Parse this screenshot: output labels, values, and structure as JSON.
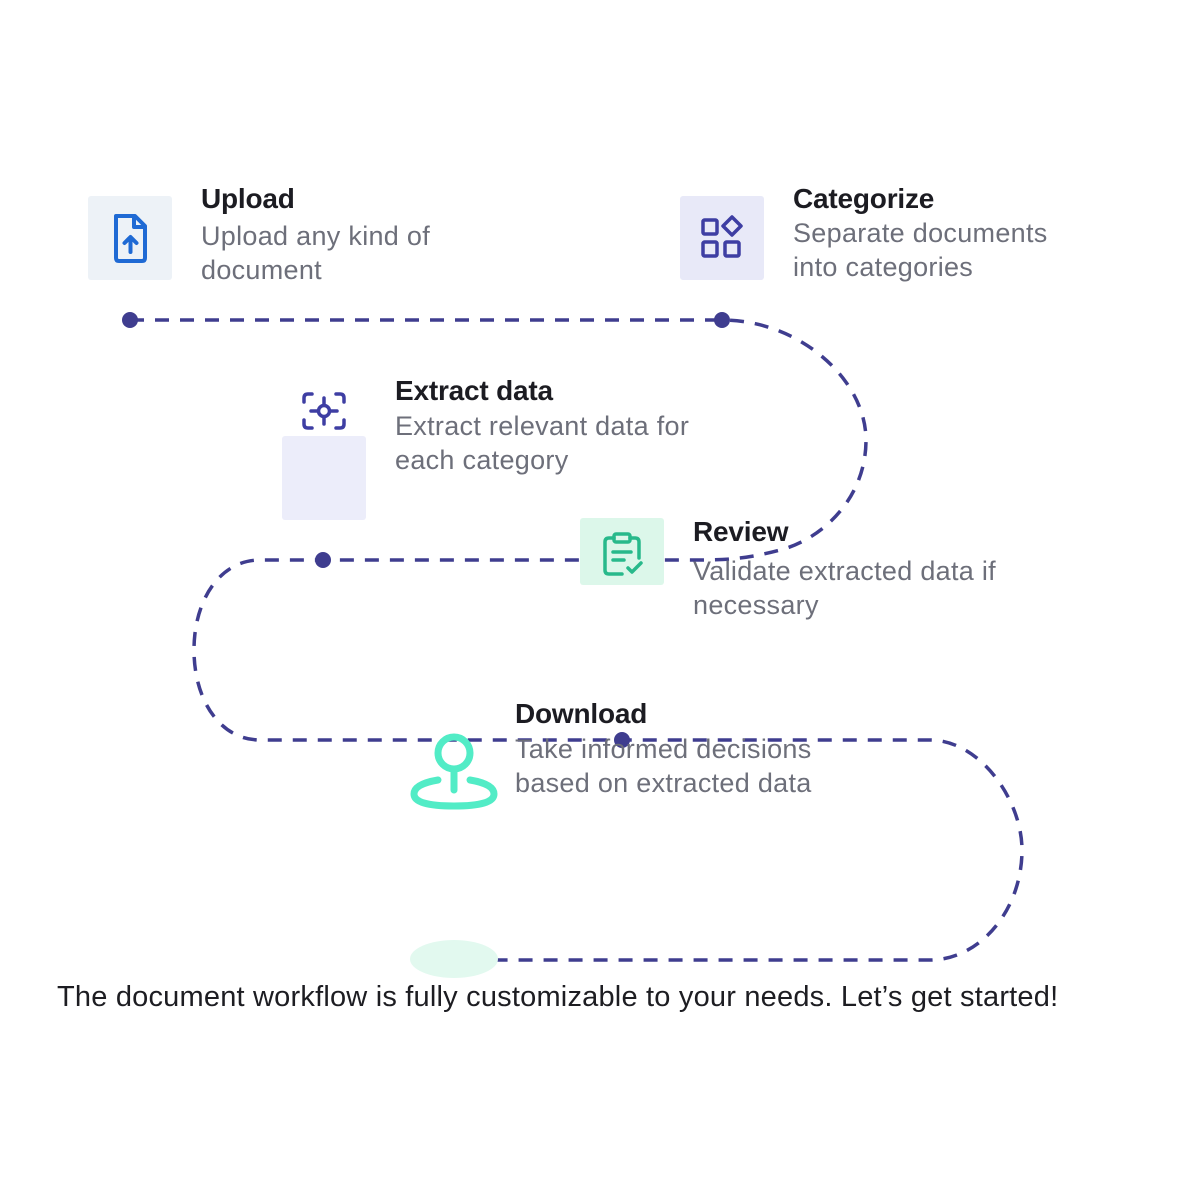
{
  "steps": [
    {
      "id": "upload",
      "title": "Upload",
      "description": "Upload any kind of document",
      "icon": "file-upload-icon"
    },
    {
      "id": "categorize",
      "title": "Categorize",
      "description": "Separate documents into categories",
      "icon": "categories-icon"
    },
    {
      "id": "extract",
      "title": "Extract data",
      "description": "Extract relevant data for each category",
      "icon": "focus-scan-icon"
    },
    {
      "id": "review",
      "title": "Review",
      "description": "Validate extracted data if necessary",
      "icon": "clipboard-check-icon"
    },
    {
      "id": "download",
      "title": "Download",
      "description": "Take informed decisions based on extracted data",
      "icon": "location-pin-icon"
    }
  ],
  "footer": "The document workflow is fully customizable to your needs. Let’s get started!",
  "colors": {
    "path": "#3f3d8f",
    "title": "#1c1c22",
    "description": "#6d6f7a",
    "upload_tile": "#edf2f7",
    "upload_icon": "#1f6ad4",
    "categorize_tile": "#e8e9f8",
    "categorize_icon": "#3e3ea3",
    "extract_tile": "#ecedfa",
    "extract_icon": "#3e3ea3",
    "review_tile": "#dcf7ea",
    "review_icon": "#28b98b",
    "download_icon": "#52ecc6",
    "download_tile": "#e2f9ef"
  }
}
